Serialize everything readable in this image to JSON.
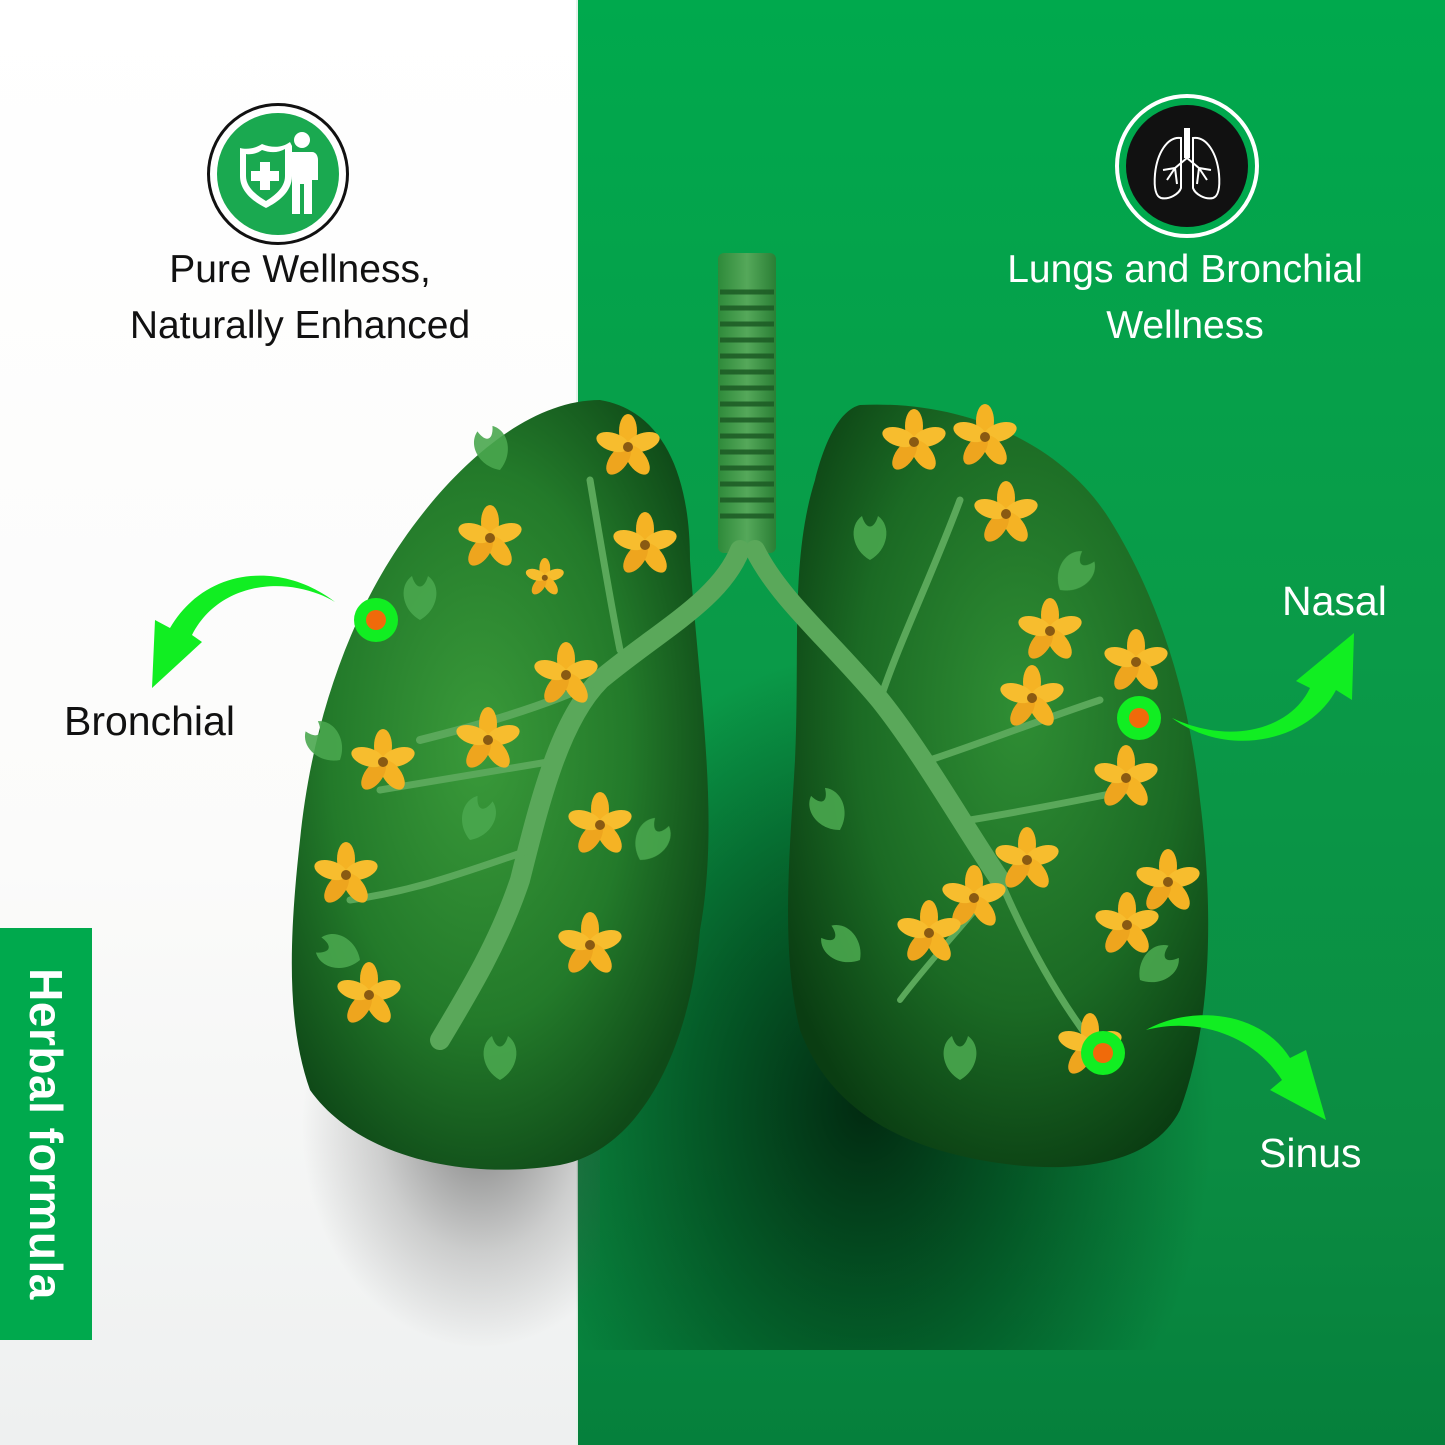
{
  "colors": {
    "brand_green": "#00a94d",
    "arrow_green": "#11ee22",
    "marker_dot_orange": "#f06a0a",
    "flower_yellow": "#f5b324",
    "leaf_green": "#2f9a3c",
    "left_background": "#ffffff",
    "right_background": "#00a94d"
  },
  "left_panel": {
    "icon": "shield-person-health-icon",
    "heading_line1": "Pure Wellness,",
    "heading_line2": "Naturally Enhanced"
  },
  "right_panel": {
    "icon": "lungs-icon",
    "heading_line1": "Lungs and Bronchial",
    "heading_line2": "Wellness"
  },
  "callouts": [
    {
      "label": "Bronchial",
      "arrow": "curved-arrow-down-left"
    },
    {
      "label": "Nasal",
      "arrow": "curved-arrow-up-right"
    },
    {
      "label": "Sinus",
      "arrow": "curved-arrow-down-right"
    }
  ],
  "side_tab": {
    "label": "Herbal formula"
  },
  "illustration": {
    "subject": "lungs made of green leaves and yellow flowers with trachea"
  }
}
